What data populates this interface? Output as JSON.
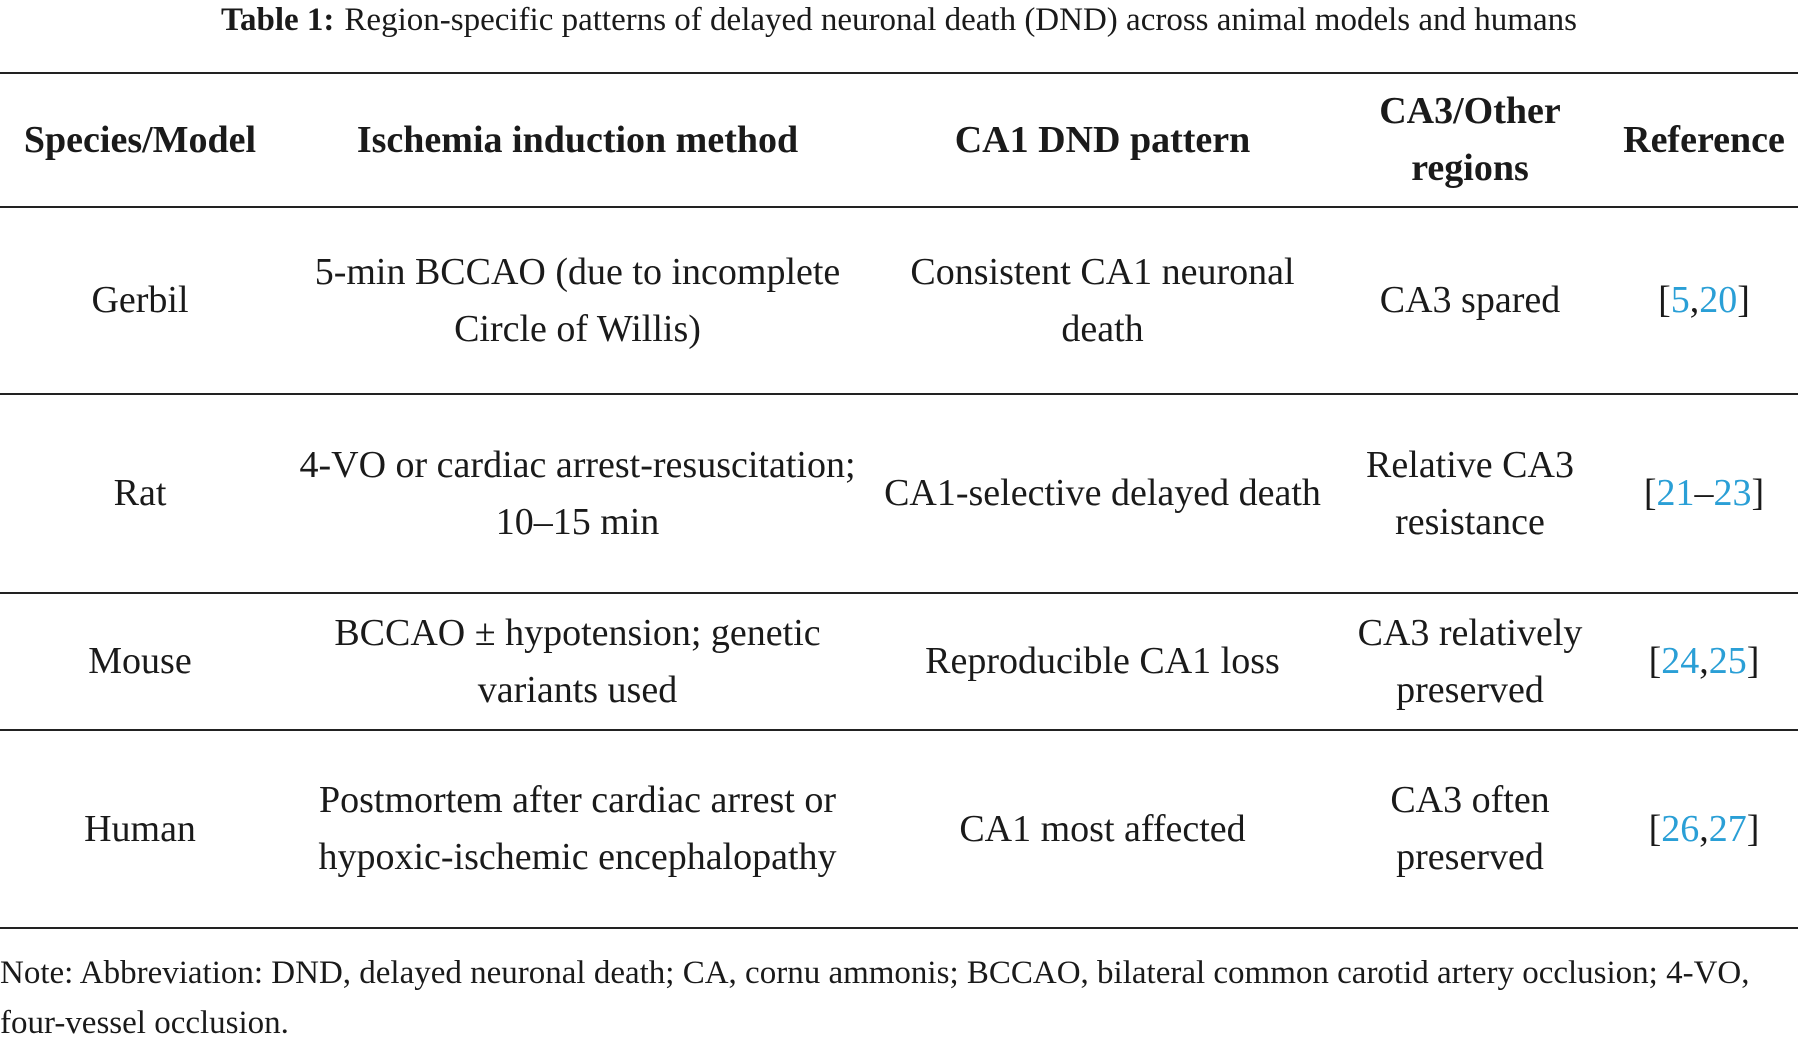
{
  "caption": {
    "label": "Table 1:",
    "text": "Region-specific patterns of delayed neuronal death (DND) across animal models and humans"
  },
  "table": {
    "headers": [
      "Species/Model",
      "Ischemia induction method",
      "CA1 DND pattern",
      "CA3/Other regions",
      "Reference"
    ],
    "rows": [
      {
        "species": "Gerbil",
        "method": "5-min BCCAO (due to incomplete Circle of Willis)",
        "ca1": "Consistent CA1 neuronal death",
        "ca3": "CA3 spared",
        "ref_open": "[",
        "ref_a": "5",
        "ref_sep": ",",
        "ref_b": "20",
        "ref_close": "]"
      },
      {
        "species": "Rat",
        "method": "4-VO or cardiac arrest-resuscitation; 10–15 min",
        "ca1": "CA1-selective delayed death",
        "ca3": "Relative CA3 resistance",
        "ref_open": "[",
        "ref_a": "21",
        "ref_sep": "–",
        "ref_b": "23",
        "ref_close": "]"
      },
      {
        "species": "Mouse",
        "method": "BCCAO ± hypotension; genetic variants used",
        "ca1": "Reproducible CA1 loss",
        "ca3": "CA3 relatively preserved",
        "ref_open": "[",
        "ref_a": "24",
        "ref_sep": ",",
        "ref_b": "25",
        "ref_close": "]"
      },
      {
        "species": "Human",
        "method": "Postmortem after cardiac arrest or hypoxic-ischemic encephalopathy",
        "ca1": "CA1 most affected",
        "ca3": "CA3 often preserved",
        "ref_open": "[",
        "ref_a": "26",
        "ref_sep": ",",
        "ref_b": "27",
        "ref_close": "]"
      }
    ]
  },
  "note": "Note: Abbreviation: DND, delayed neuronal death; CA, cornu ammonis; BCCAO, bilateral common carotid artery occlusion; 4-VO, four-vessel occlusion.",
  "colors": {
    "text": "#1a1a1a",
    "link": "#2a9fd6",
    "rule": "#222222"
  }
}
